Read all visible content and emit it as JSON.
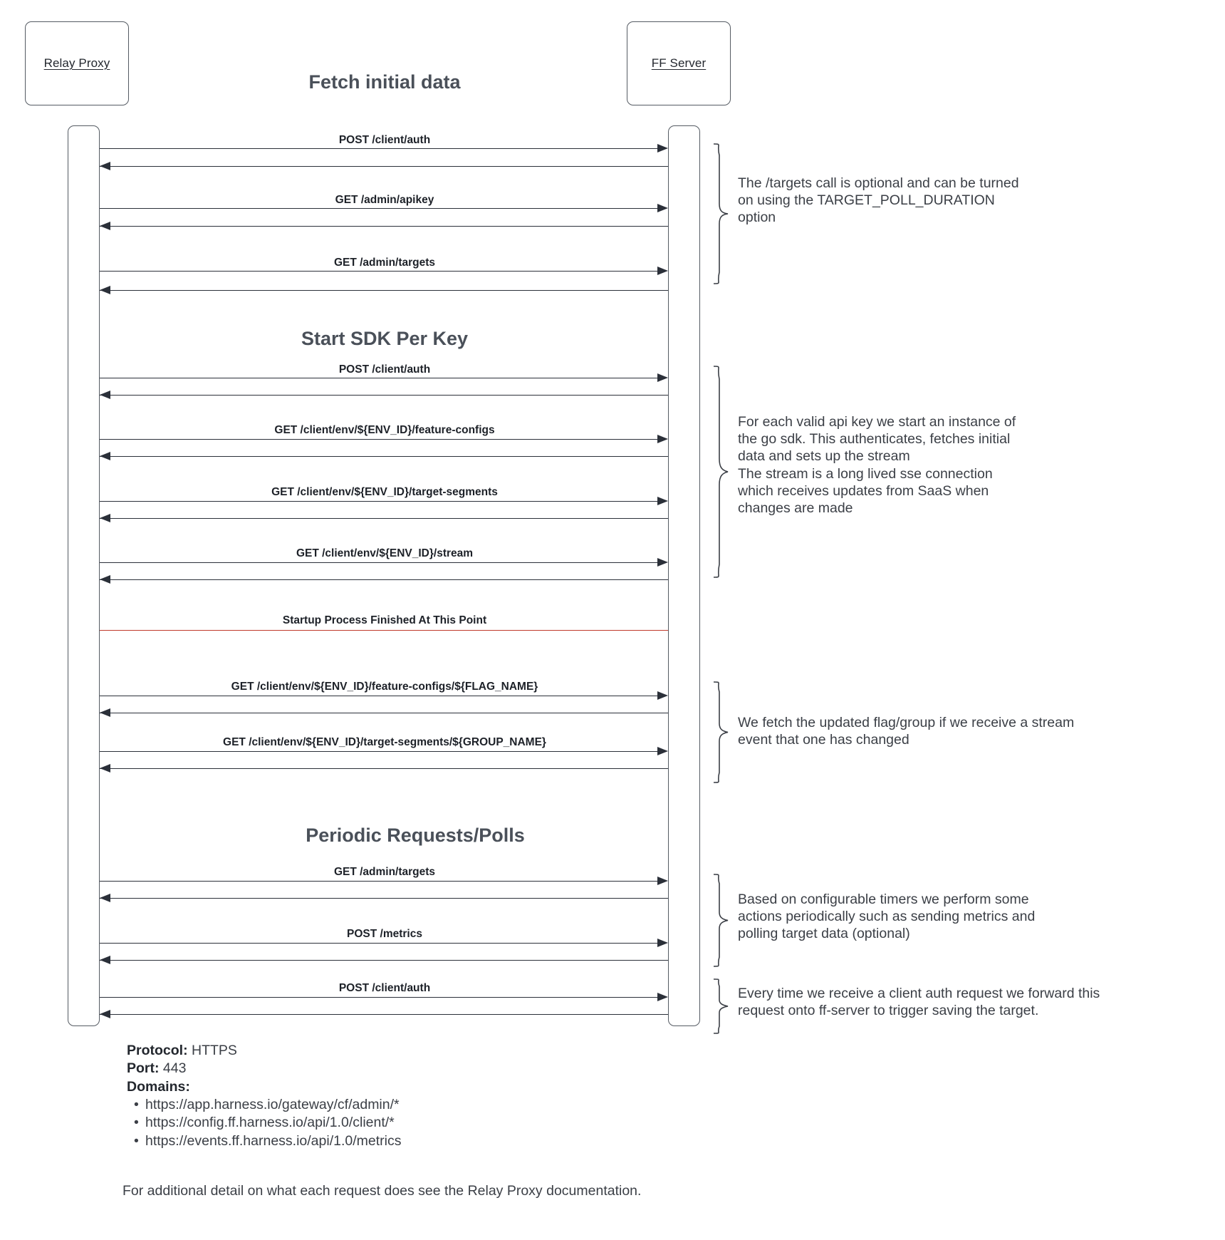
{
  "diagram": {
    "participants": [
      {
        "name": "Relay Proxy"
      },
      {
        "name": "FF Server"
      }
    ],
    "sections": [
      {
        "id": "fetch-initial-data",
        "title": "Fetch initial data"
      },
      {
        "id": "start-sdk-per-key",
        "title": "Start SDK Per Key"
      },
      {
        "id": "periodic-requests-polls",
        "title": "Periodic Requests/Polls"
      }
    ],
    "messages": [
      {
        "id": "m1",
        "label": "POST /client/auth"
      },
      {
        "id": "m2",
        "label": "GET /admin/apikey"
      },
      {
        "id": "m3",
        "label": "GET /admin/targets"
      },
      {
        "id": "m4",
        "label": "POST /client/auth"
      },
      {
        "id": "m5",
        "label": "GET /client/env/${ENV_ID}/feature-configs"
      },
      {
        "id": "m6",
        "label": "GET /client/env/${ENV_ID}/target-segments"
      },
      {
        "id": "m7",
        "label": "GET /client/env/${ENV_ID}/stream"
      },
      {
        "id": "m8",
        "label": "GET /client/env/${ENV_ID}/feature-configs/${FLAG_NAME}"
      },
      {
        "id": "m9",
        "label": "GET /client/env/${ENV_ID}/target-segments/${GROUP_NAME}"
      },
      {
        "id": "m10",
        "label": "GET /admin/targets"
      },
      {
        "id": "m11",
        "label": "POST /metrics"
      },
      {
        "id": "m12",
        "label": "POST /client/auth"
      }
    ],
    "divider": {
      "label": "Startup Process Finished At This Point",
      "color": "#c0392b"
    },
    "annotations": [
      {
        "id": "a1",
        "text": "The /targets call is optional and can be turned\non using the TARGET_POLL_DURATION\noption"
      },
      {
        "id": "a2",
        "text": "For each valid api key we start an instance of\nthe go sdk. This authenticates, fetches initial\ndata and sets up the stream\nThe stream is a long lived sse connection\nwhich receives updates from SaaS when\nchanges are made"
      },
      {
        "id": "a3",
        "text": "We fetch the updated flag/group if we receive a stream\nevent that one has changed"
      },
      {
        "id": "a4",
        "text": "Based on configurable timers we perform some\nactions periodically such as sending metrics and\npolling target data (optional)"
      },
      {
        "id": "a5",
        "text": "Every time we receive a client auth request we forward this\nrequest onto ff-server to trigger saving the target."
      }
    ]
  },
  "footer": {
    "protocol_label": "Protocol:",
    "protocol_value": "HTTPS",
    "port_label": "Port:",
    "port_value": "443",
    "domains_label": "Domains:",
    "domains": [
      "https://app.harness.io/gateway/cf/admin/*",
      "https://config.ff.harness.io/api/1.0/client/*",
      "https://events.ff.harness.io/api/1.0/metrics"
    ],
    "note": "For additional detail on what each request does see the Relay Proxy documentation."
  },
  "colors": {
    "stroke": "#555b63",
    "text": "#3b3f46",
    "divider": "#c0392b",
    "arrow": "#2b3039"
  }
}
